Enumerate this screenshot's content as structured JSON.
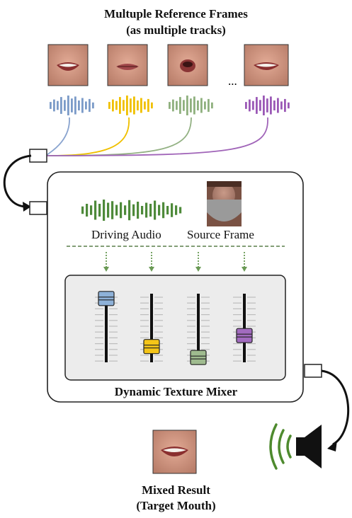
{
  "header": {
    "title_line1": "Multuple Reference Frames",
    "title_line2": "(as multiple tracks)"
  },
  "reference_frames": {
    "ellipsis": "...",
    "tracks": [
      {
        "waveform_color": "#7b9bc8",
        "cable_color": "#8aa4cf"
      },
      {
        "waveform_color": "#f0c000",
        "cable_color": "#f0c000"
      },
      {
        "waveform_color": "#8fb07e",
        "cable_color": "#93b183"
      },
      {
        "waveform_color": "#9b59b6",
        "cable_color": "#a064b8"
      }
    ]
  },
  "mixer": {
    "driving_audio_label": "Driving Audio",
    "driving_audio_color": "#4e8a3a",
    "source_frame_label": "Source Frame",
    "title": "Dynamic Texture Mixer",
    "faders": [
      {
        "color": "#8eb1d8",
        "level": 0.93
      },
      {
        "color": "#f5c518",
        "level": 0.23
      },
      {
        "color": "#9fbb8f",
        "level": 0.07
      },
      {
        "color": "#a26bbf",
        "level": 0.39
      }
    ]
  },
  "output": {
    "title_line1": "Mixed Result",
    "title_line2": "(Target Mouth)",
    "speaker_wave_color": "#4e8a2e"
  }
}
